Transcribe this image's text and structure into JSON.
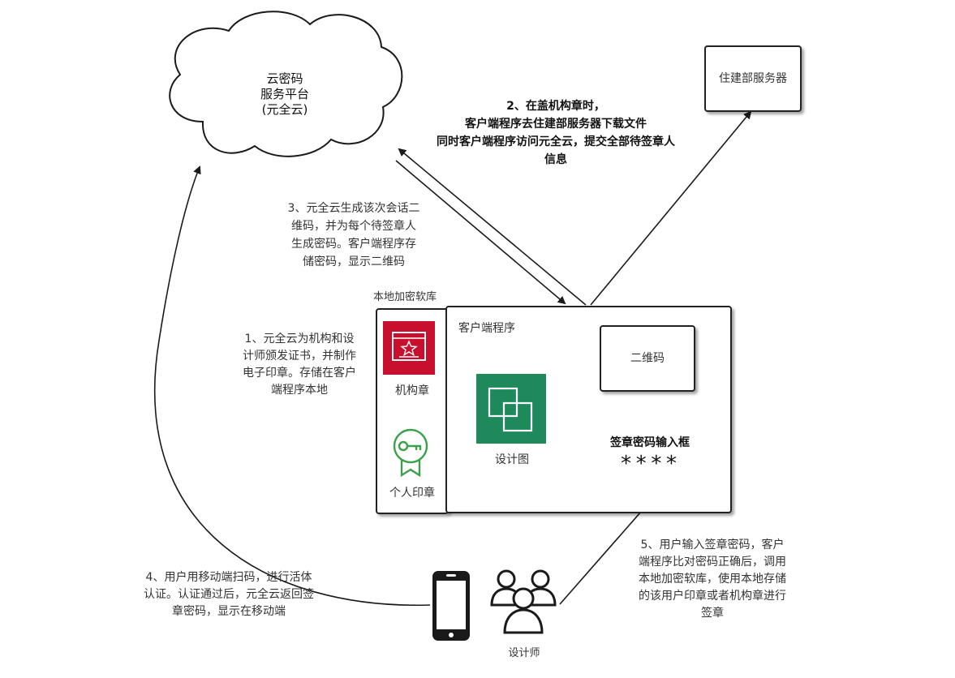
{
  "cloud": {
    "line1": "云密码",
    "line2": "服务平台",
    "line3": "(元全云)"
  },
  "housing_server": {
    "label": "住建部服务器"
  },
  "local_library": {
    "title": "本地加密软库",
    "org_seal_label": "机构章",
    "personal_seal_label": "个人印章"
  },
  "client": {
    "title": "客户端程序",
    "qr_label": "二维码",
    "design_label": "设计图",
    "password_label": "签章密码输入框",
    "password_mask": "****"
  },
  "designer_label": "设计师",
  "steps": {
    "step1": [
      "1、元全云为机构和设",
      "计师颁发证书，并制作",
      "电子印章。存储在客户",
      "端程序本地"
    ],
    "step2": [
      "2、在盖机构章时，",
      "客户端程序去住建部服务器下载文件",
      "同时客户端程序访问元全云，提交全部待签章人",
      "信息"
    ],
    "step3": [
      "3、元全云生成该次会话二",
      "维码，并为每个待签章人",
      "生成密码。客户端程序存",
      "储密码，显示二维码"
    ],
    "step4": [
      "4、用户用移动端扫码，进行活体",
      "认证。认证通过后，元全云返回签",
      "章密码，显示在移动端"
    ],
    "step5": [
      "5、用户输入签章密码，客户",
      "端程序比对密码正确后，调用",
      "本地加密软库，使用本地存储",
      "的该用户印章或者机构章进行",
      "签章"
    ]
  },
  "colors": {
    "org_seal_bg": "#c8102e",
    "personal_seal": "#3aa14a",
    "design_icon_bg": "#1e8a5c",
    "line": "#1a1a1a"
  },
  "icons": {
    "org_seal": "certificate-star-icon",
    "personal_seal": "key-ribbon-icon",
    "design": "overlapping-squares-icon",
    "phone": "smartphone-icon",
    "designer": "user-group-icon",
    "cloud": "cloud-shape"
  }
}
